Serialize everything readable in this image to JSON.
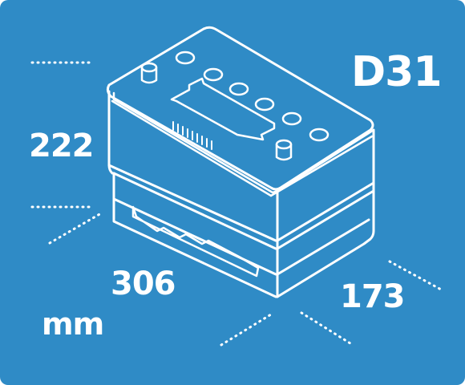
{
  "battery": {
    "model": "D31",
    "dimensions": {
      "height": "222",
      "length": "306",
      "width": "173",
      "unit": "mm"
    }
  },
  "colors": {
    "background": "#2f8bc6",
    "foreground": "#ffffff"
  }
}
